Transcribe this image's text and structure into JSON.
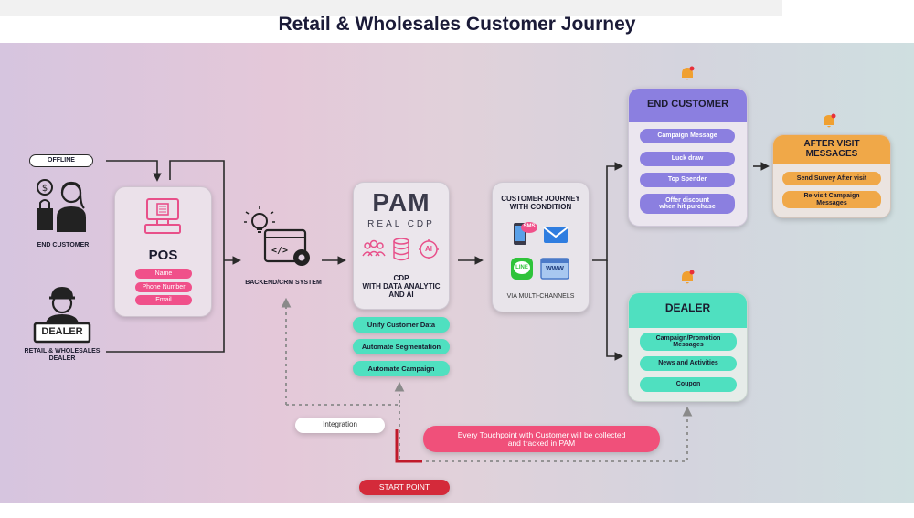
{
  "title": "Retail & Wholesales Customer Journey",
  "left": {
    "offline": "OFFLINE",
    "end_customer": "END CUSTOMER",
    "dealer_label": "RETAIL & WHOLESALES\nDEALER",
    "dealer_sign": "DEALER"
  },
  "pos": {
    "title": "POS",
    "fields": [
      "Name",
      "Phone Number",
      "Email"
    ]
  },
  "backend": {
    "label": "BACKEND/CRM SYSTEM"
  },
  "cdp": {
    "logo": "PAM",
    "sub": "REAL CDP",
    "ai": "AI",
    "desc": "CDP\nWITH DATA ANALYTIC\nAND AI",
    "features": [
      "Unify  Customer Data",
      "Automate Segmentation",
      "Automate Campaign"
    ]
  },
  "journey": {
    "title": "CUSTOMER JOURNEY\nWITH CONDITION",
    "sms": "SMS",
    "www": "WWW",
    "line": "LINE",
    "footer": "VIA MULTI-CHANNELS"
  },
  "end_customer": {
    "title": "END CUSTOMER",
    "items": [
      "Campaign Message",
      "Luck draw",
      "Top Spender",
      "Offer discount\nwhen hit purchase"
    ]
  },
  "after_visit": {
    "title": "AFTER VISIT\nMESSAGES",
    "items": [
      "Send Survey After visit",
      "Re-visit Campaign\nMessages"
    ]
  },
  "dealer": {
    "title": "DEALER",
    "items": [
      "Campaign/Promotion\nMessages",
      "News and Activities",
      "Coupon"
    ]
  },
  "bottom": {
    "integration": "Integration",
    "touchpoint": "Every Touchpoint with Customer will be collected\nand tracked in PAM",
    "start": "START POINT"
  },
  "colors": {
    "purple": "#8b7fe0",
    "teal": "#4fe0c0",
    "orange": "#f0a848",
    "pink": "#f0507a",
    "red": "#d42a3a"
  }
}
